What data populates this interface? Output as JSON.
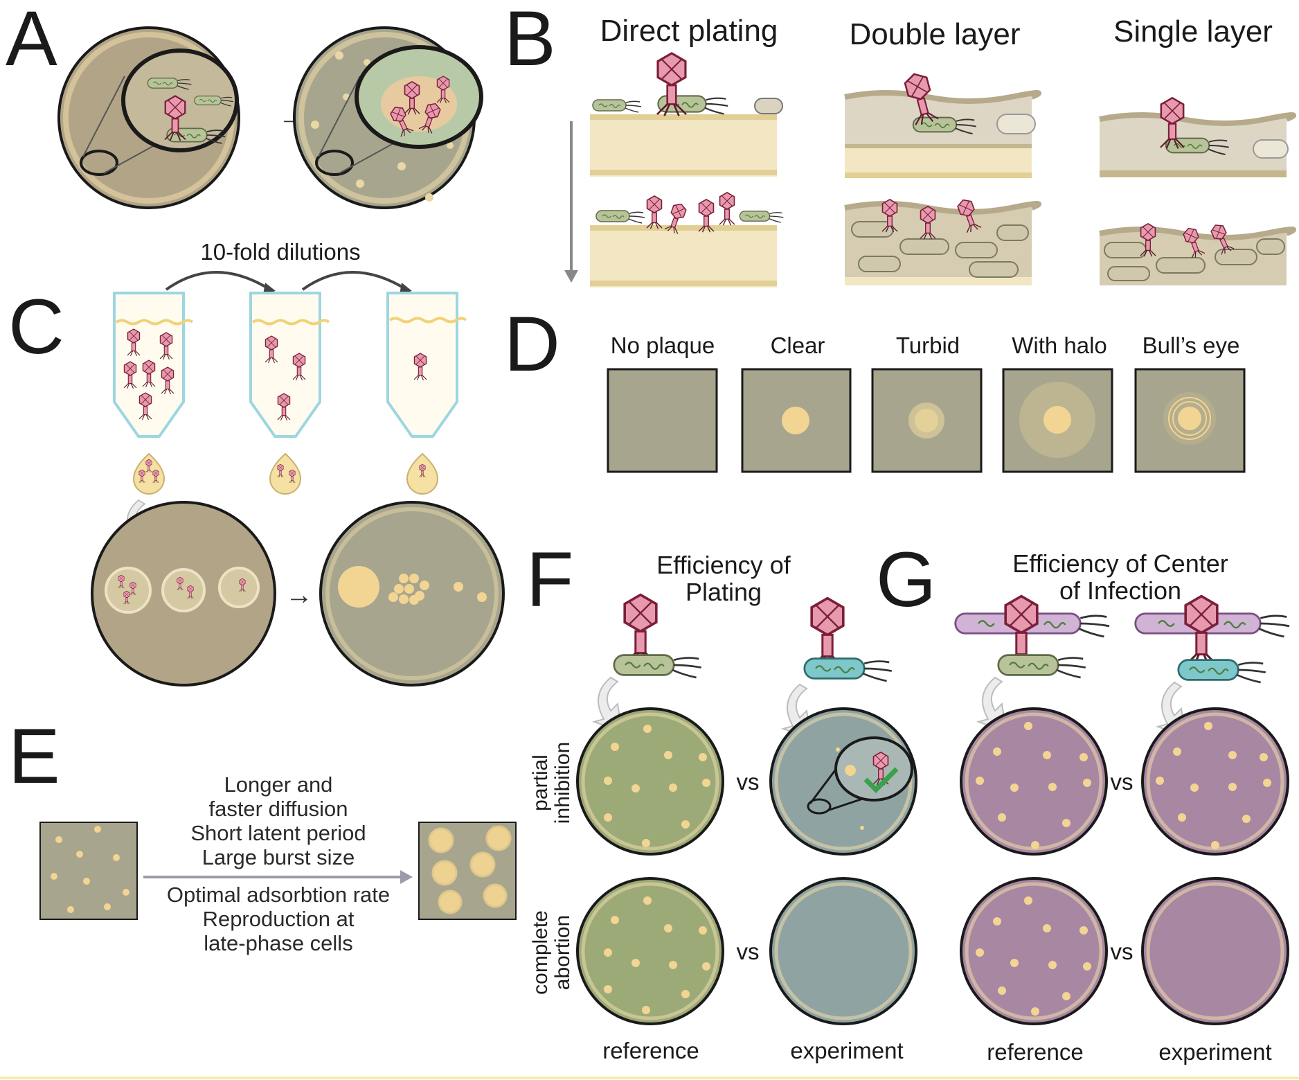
{
  "panels": {
    "A": {
      "letter": "A"
    },
    "B": {
      "letter": "B",
      "headers": [
        "Direct plating",
        "Double layer",
        "Single layer"
      ]
    },
    "C": {
      "letter": "C",
      "dilution_label": "10-fold dilutions"
    },
    "D": {
      "letter": "D",
      "plaque_types": [
        "No plaque",
        "Clear",
        "Turbid",
        "With halo",
        "Bull’s eye"
      ]
    },
    "E": {
      "letter": "E",
      "upper_lines": [
        "Longer and",
        "faster diffusion",
        "Short latent period",
        "Large burst size"
      ],
      "lower_lines": [
        "Optimal adsorbtion rate",
        "Reproduction at",
        "late-phase cells"
      ]
    },
    "F": {
      "letter": "F",
      "title_lines": [
        "Efficiency of",
        "Plating"
      ]
    },
    "G": {
      "letter": "G",
      "title_lines": [
        "Efficiency of Center",
        "of Infection"
      ]
    }
  },
  "row_labels": {
    "partial": [
      "partial",
      "inhibition"
    ],
    "complete": [
      "complete",
      "abortion"
    ]
  },
  "vs_label": "vs",
  "column_labels": {
    "reference": "reference",
    "experiment": "experiment"
  },
  "colors": {
    "plate_rim": "#e9d7a6",
    "plate_tan": "#b2a487",
    "plate_olive": "#a7a58e",
    "plate_green": "#9caa78",
    "plate_blue": "#8fa3a3",
    "plate_purple": "#a887a3",
    "plaque": "#f2d593",
    "phage": "#c75b78",
    "agar_top": "#cdc5ad",
    "agar_bottom": "#f3e7c3"
  }
}
